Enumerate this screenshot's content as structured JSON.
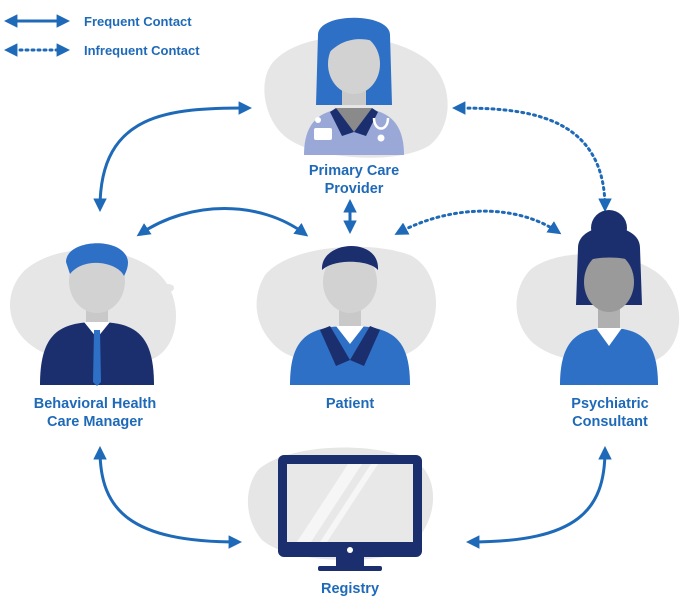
{
  "legend": {
    "frequent": "Frequent Contact",
    "infrequent": "Infrequent Contact"
  },
  "nodes": {
    "primary_care": {
      "line1": "Primary Care",
      "line2": "Provider"
    },
    "care_manager": {
      "line1": "Behavioral Health",
      "line2": "Care Manager"
    },
    "patient": {
      "line1": "Patient"
    },
    "psychiatric": {
      "line1": "Psychiatric",
      "line2": "Consultant"
    },
    "registry": {
      "line1": "Registry"
    }
  },
  "colors": {
    "accent": "#1f6ab8",
    "dark_navy": "#1b2f6e",
    "mid_blue": "#2d70c6",
    "blob_gray": "#e6e6e6",
    "face_gray": "#d2d2d2",
    "scrubs_lavender": "#9aa8d8"
  },
  "icons": [
    "doctor-icon",
    "manager-icon",
    "patient-icon",
    "consultant-icon",
    "monitor-icon"
  ]
}
